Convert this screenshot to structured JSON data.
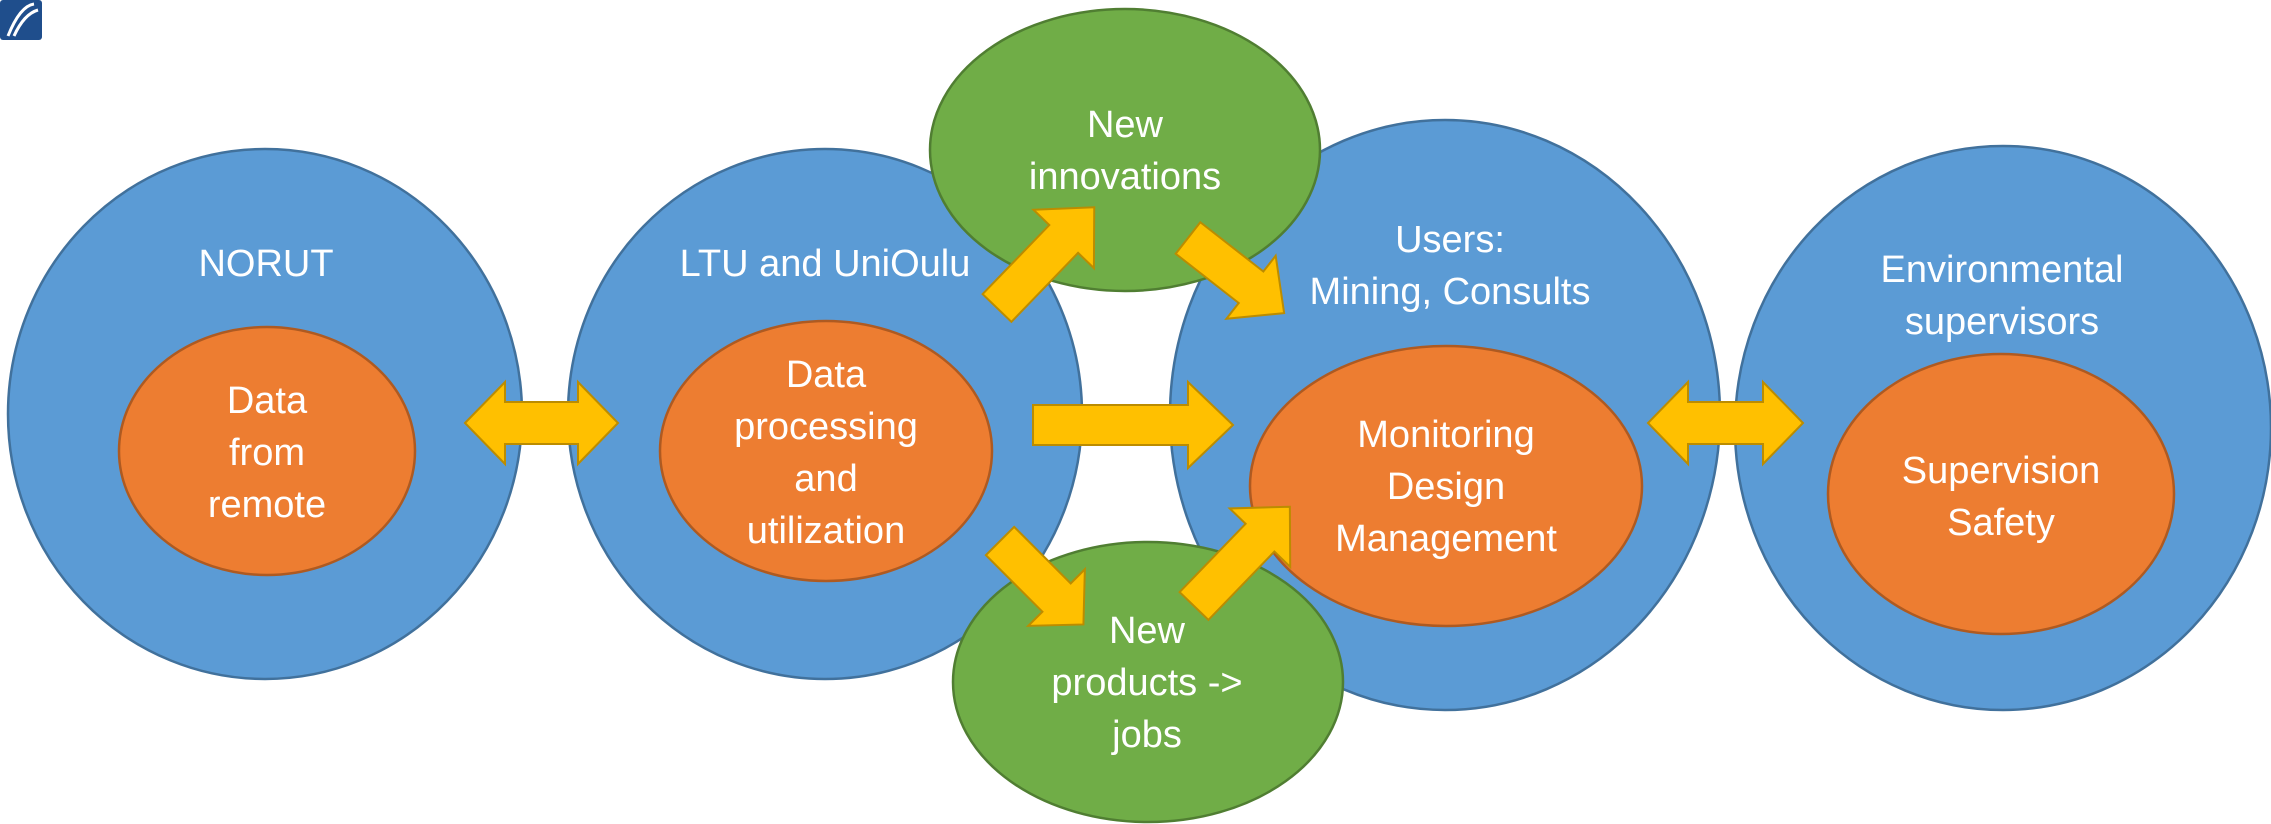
{
  "stakeholders": [
    {
      "title": [
        "NORUT"
      ],
      "core": [
        "Data",
        "from",
        "remote"
      ]
    },
    {
      "title": [
        "LTU and UniOulu"
      ],
      "core": [
        "Data",
        "processing",
        "and",
        "utilization"
      ]
    },
    {
      "title": [
        "Users:",
        "Mining, Consults"
      ],
      "core": [
        "Monitoring",
        "Design",
        "Management"
      ]
    },
    {
      "title": [
        "Environmental",
        "supervisors"
      ],
      "core": [
        "Supervision",
        "Safety"
      ]
    }
  ],
  "outcomes": {
    "innovations": [
      "New",
      "innovations"
    ],
    "products": [
      "New",
      "products ->",
      "jobs"
    ]
  },
  "colors": {
    "stakeholder_fill": "#5b9bd5",
    "core_fill": "#ed7d31",
    "outcome_fill": "#70ad47",
    "arrow_fill": "#ffc000"
  },
  "icons": {
    "corner_logo": "university-logo-icon"
  }
}
